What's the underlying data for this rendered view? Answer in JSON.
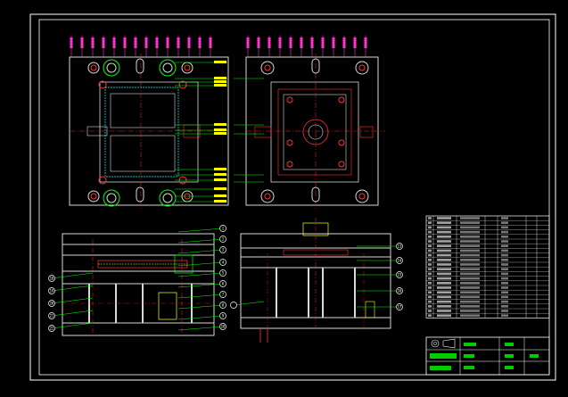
{
  "colors": {
    "background": "#000000",
    "frame": "#ffffff",
    "plate": "#d8d8d8",
    "dimension": "#ff33cc",
    "leader": "#00ff00",
    "hole": "#ff3333",
    "center": "#ff2222",
    "cyan": "#00ffff",
    "yellow": "#ffff00",
    "note": "#00ff66"
  },
  "drawing": {
    "title_block": {
      "company": "",
      "labels": [
        "",
        "",
        "",
        ""
      ]
    },
    "bom_rows": 22,
    "balloons_fixed_half": [
      "1",
      "2",
      "3",
      "4",
      "5",
      "6",
      "7",
      "8",
      "9",
      "10",
      "11",
      "12"
    ],
    "balloons_moving_half": [
      "13",
      "14",
      "15",
      "16",
      "17"
    ],
    "balloons_left": [
      "18",
      "19",
      "20",
      "21",
      "22"
    ]
  }
}
